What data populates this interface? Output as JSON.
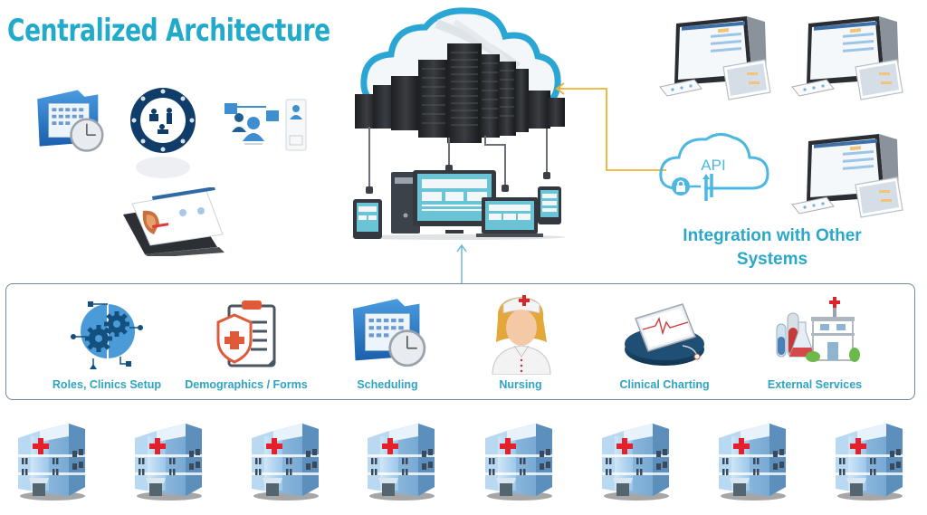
{
  "title": "Centralized Architecture",
  "integration": {
    "label_line1": "Integration with Other",
    "label_line2": "Systems",
    "api_text": "API"
  },
  "colors": {
    "title": "#22aacb",
    "label": "#2ea4c2",
    "connector_orange": "#f0b030",
    "connector_blue": "#6fb6d4",
    "box_border": "#6f8a99"
  },
  "top_left_icons": [
    {
      "name": "scheduling-folder-icon"
    },
    {
      "name": "care-team-circle-icon"
    },
    {
      "name": "telehealth-chat-icon"
    },
    {
      "name": "tablet-dashboard-icon"
    }
  ],
  "center": {
    "cloud": "cloud-datacenter",
    "devices": [
      "tablet",
      "desktop-tower",
      "monitor",
      "laptop",
      "phone"
    ]
  },
  "external_devices": [
    {
      "name": "multi-device-1"
    },
    {
      "name": "multi-device-2"
    },
    {
      "name": "multi-device-3"
    }
  ],
  "modules": [
    {
      "label": "Roles, Clinics Setup",
      "icon": "gears-icon"
    },
    {
      "label": "Demographics / Forms",
      "icon": "clipboard-shield-icon"
    },
    {
      "label": "Scheduling",
      "icon": "calendar-clock-icon"
    },
    {
      "label": "Nursing",
      "icon": "nurse-icon"
    },
    {
      "label": "Clinical Charting",
      "icon": "ecg-tablet-icon"
    },
    {
      "label": "External Services",
      "icon": "lab-hospital-icon"
    }
  ],
  "hospitals": [
    {
      "id": 1
    },
    {
      "id": 2
    },
    {
      "id": 3
    },
    {
      "id": 4
    },
    {
      "id": 5
    },
    {
      "id": 6
    },
    {
      "id": 7
    },
    {
      "id": 8
    }
  ]
}
